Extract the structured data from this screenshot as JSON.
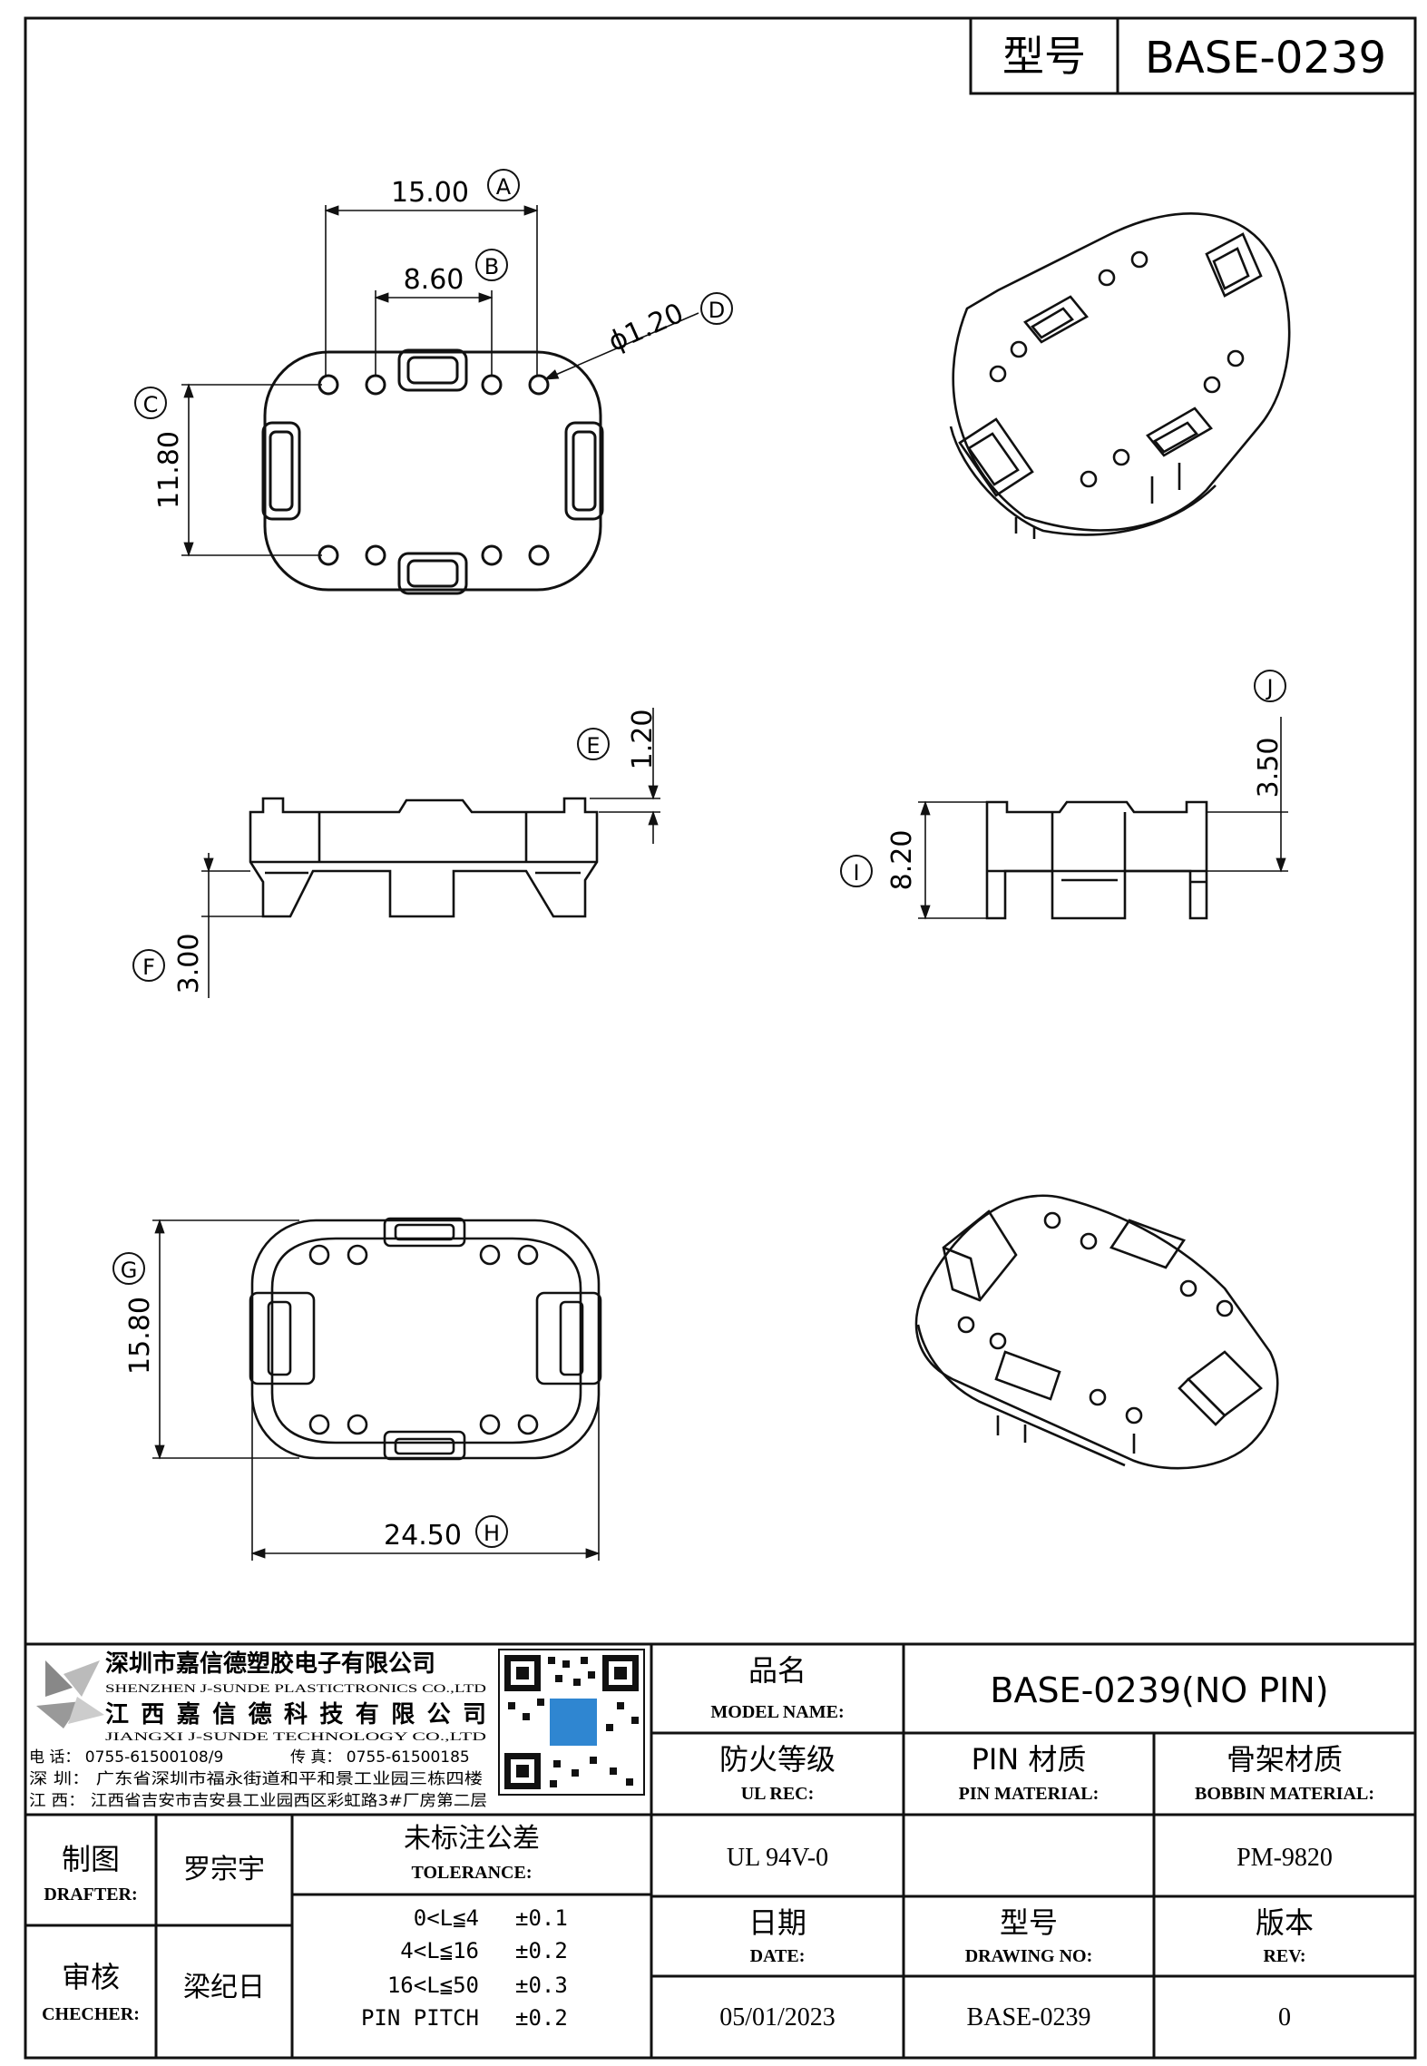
{
  "header": {
    "model_label": "型号",
    "model_value": "BASE-0239"
  },
  "dimensions": {
    "A": {
      "letter": "A",
      "value": "15.00"
    },
    "B": {
      "letter": "B",
      "value": "8.60"
    },
    "C": {
      "letter": "C",
      "value": "11.80"
    },
    "D": {
      "letter": "D",
      "value": "ϕ1.20"
    },
    "E": {
      "letter": "E",
      "value": "1.20"
    },
    "F": {
      "letter": "F",
      "value": "3.00"
    },
    "G": {
      "letter": "G",
      "value": "15.80"
    },
    "H": {
      "letter": "H",
      "value": "24.50"
    },
    "I": {
      "letter": "I",
      "value": "8.20"
    },
    "J": {
      "letter": "J",
      "value": "3.50"
    }
  },
  "company": {
    "name_cn_1": "深圳市嘉信德塑胶电子有限公司",
    "name_en_1": "SHENZHEN J-SUNDE PLASTICTRONICS CO.,LTD",
    "name_cn_2": "江西嘉信德科技有限公司",
    "name_en_2": "JIANGXI J-SUNDE TECHNOLOGY CO.,LTD",
    "phone": "电 话： 0755-61500108/9",
    "fax": "传 真： 0755-61500185",
    "addr_sz": "深 圳： 广东省深圳市福永街道和平和景工业园三栋四楼",
    "addr_jx": "江 西： 江西省吉安市吉安县工业园西区彩虹路3#厂房第二层"
  },
  "title_block": {
    "model_name_cn": "品名",
    "model_name_en": "MODEL NAME:",
    "model_name_value": "BASE-0239(NO PIN)",
    "ul_cn": "防火等级",
    "ul_en": "UL REC:",
    "ul_value": "UL 94V-0",
    "pin_mat_cn": "PIN 材质",
    "pin_mat_en": "PIN MATERIAL:",
    "pin_mat_value": "",
    "bobbin_cn": "骨架材质",
    "bobbin_en": "BOBBIN MATERIAL:",
    "bobbin_value": "PM-9820",
    "drafter_cn": "制图",
    "drafter_en": "DRAFTER:",
    "drafter_name": "罗宗宇",
    "checker_cn": "审核",
    "checker_en": "CHECHER:",
    "checker_name": "梁纪日",
    "tolerance_cn": "未标注公差",
    "tolerance_en": "TOLERANCE:",
    "tolerance_rows": [
      {
        "range": "0<L≦4",
        "value": "±0.1"
      },
      {
        "range": "4<L≦16",
        "value": "±0.2"
      },
      {
        "range": "16<L≦50",
        "value": "±0.3"
      },
      {
        "range": "PIN PITCH",
        "value": "±0.2"
      }
    ],
    "date_cn": "日期",
    "date_en": "DATE:",
    "date_value": "05/01/2023",
    "drawing_cn": "型号",
    "drawing_en": "DRAWING NO:",
    "drawing_value": "BASE-0239",
    "rev_cn": "版本",
    "rev_en": "REV:",
    "rev_value": "0"
  }
}
